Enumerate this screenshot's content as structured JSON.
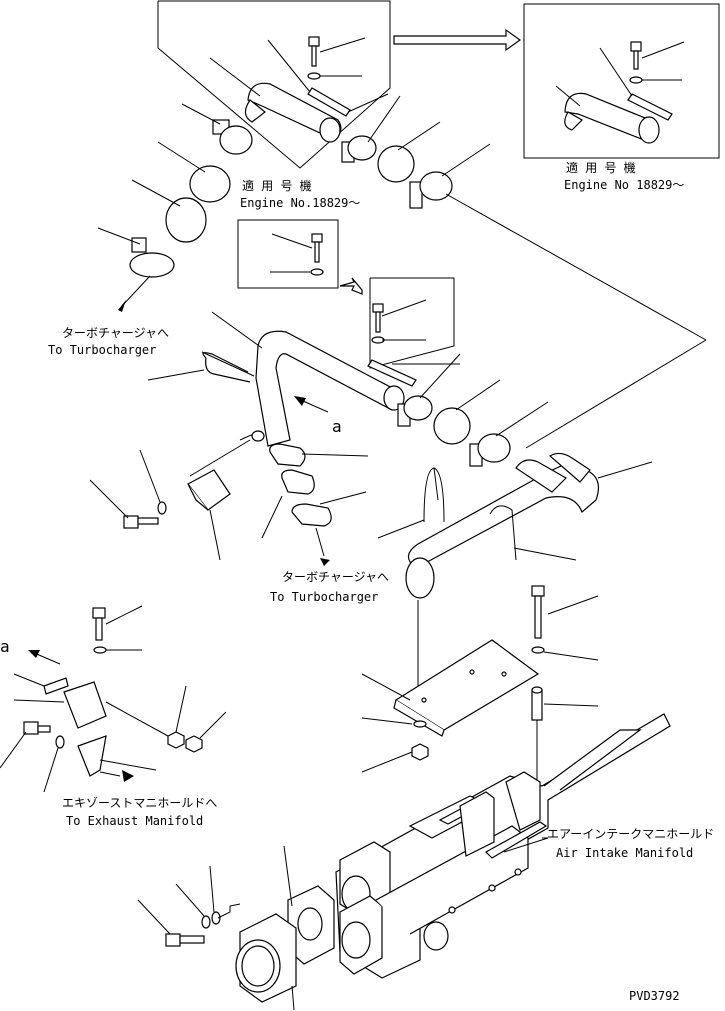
{
  "labels": {
    "applicable_model_1": "適 用 号 機",
    "engine_no_1": "Engine No.18829～",
    "applicable_model_2": "適 用 号 機",
    "engine_no_2": "Engine No 18829～",
    "to_turbo_jp_1": "ターボチャージャへ",
    "to_turbo_en_1": "To Turbocharger",
    "to_turbo_jp_2": "ターボチャージャへ",
    "to_turbo_en_2": "To Turbocharger",
    "ref_a_1": "a",
    "ref_a_2": "a",
    "to_exhaust_jp": "エキゾーストマニホールドへ",
    "to_exhaust_en": "To Exhaust Manifold",
    "air_intake_jp": "エアーインテークマニホールド",
    "air_intake_en": "Air Intake Manifold",
    "drawing_code": "PVD3792"
  }
}
